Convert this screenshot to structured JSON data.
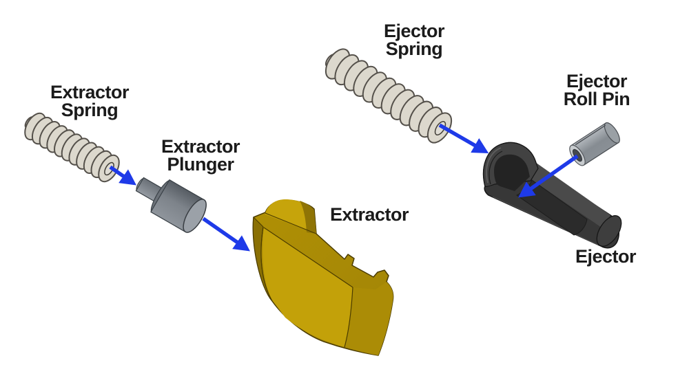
{
  "diagram": {
    "background": "#ffffff",
    "labels": {
      "extractor_spring": {
        "line1": "Extractor",
        "line2": "Spring"
      },
      "extractor_plunger": {
        "line1": "Extractor",
        "line2": "Plunger"
      },
      "extractor": {
        "line1": "Extractor"
      },
      "ejector_spring": {
        "line1": "Ejector",
        "line2": "Spring"
      },
      "ejector_roll_pin": {
        "line1": "Ejector",
        "line2": "Roll Pin"
      },
      "ejector": {
        "line1": "Ejector"
      }
    },
    "arrows": [
      {
        "from": "Extractor Spring",
        "to": "Extractor Plunger"
      },
      {
        "from": "Extractor Plunger",
        "to": "Extractor"
      },
      {
        "from": "Ejector Spring",
        "to": "Ejector"
      },
      {
        "from": "Ejector Roll Pin",
        "to": "Ejector"
      }
    ],
    "colors": {
      "arrow_blue": "#1e3ae8",
      "label_text": "#1b1b1b",
      "spring_gray": "#dcd8cd",
      "plunger_gray": "#7d838a",
      "extractor_gold": "#c3a109",
      "ejector_dark": "#373737",
      "roll_pin_gray": "#8f959b"
    }
  }
}
